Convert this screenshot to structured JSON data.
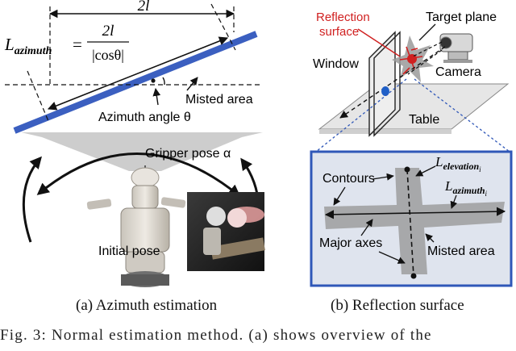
{
  "panel_a": {
    "label_2l": "2l",
    "formula_lhs": "L",
    "formula_lhs_sub": "azimuth",
    "formula_eq": "=",
    "formula_num": "2l",
    "formula_den": "|cosθ|",
    "misted_area": "Misted area",
    "azimuth_angle": "Azimuth angle θ",
    "gripper_pose": "Gripper pose α",
    "initial_pose": "Initial pose",
    "caption": "(a) Azimuth estimation"
  },
  "panel_b": {
    "reflection_surface_line1": "Reflection",
    "reflection_surface_line2": "surface",
    "target_plane": "Target plane",
    "window": "Window",
    "camera": "Camera",
    "table": "Table",
    "contours": "Contours",
    "l_elevation": "L",
    "l_elevation_sub": "elevation",
    "l_elevation_subsub": "i",
    "l_azimuth": "L",
    "l_azimuth_sub": "azimuth",
    "l_azimuth_subsub": "i",
    "major_axes": "Major axes",
    "misted_area": "Misted area",
    "caption": "(b) Reflection surface"
  },
  "body_text": "Fig. 3: Normal estimation method. (a) shows overview of the",
  "colors": {
    "window_bar": "#3b5fc0",
    "reflection_red": "#d02020",
    "inset_border": "#2f57b8",
    "inset_fill": "#dfe4ee"
  }
}
